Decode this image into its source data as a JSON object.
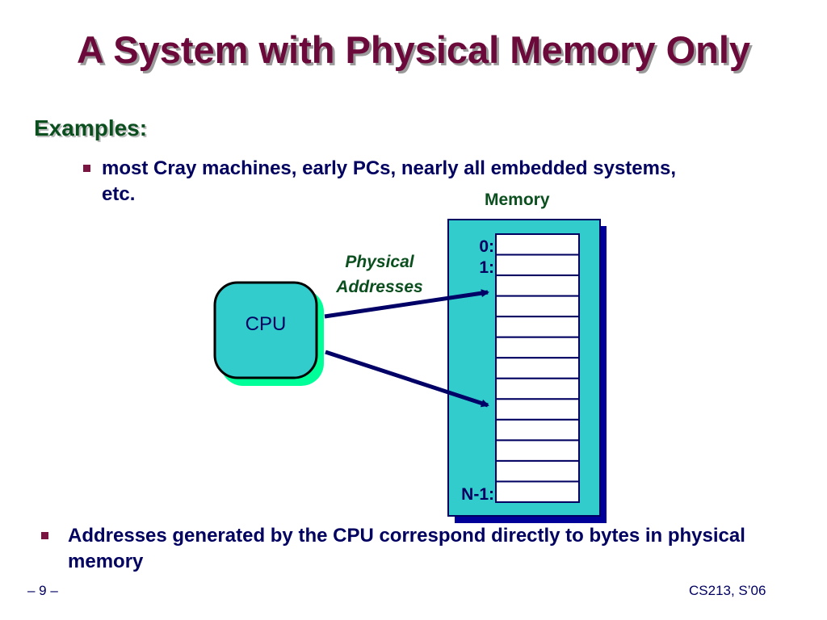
{
  "slide": {
    "title": "A System with Physical Memory Only",
    "heading": "Examples:",
    "bullet_1": "most Cray machines, early PCs, nearly all embedded systems, etc.",
    "bullet_2": "Addresses generated by the CPU correspond directly to bytes in physical memory",
    "footer_left": "– 9 –",
    "footer_right": "CS213, S’06"
  },
  "diagram": {
    "memory_label": "Memory",
    "physical_label_line1": "Physical",
    "physical_label_line2": "Addresses",
    "cpu_label": "CPU",
    "address_first": "0:",
    "address_second": "1:",
    "address_last": "N-1:",
    "memory_cells": 13
  },
  "colors": {
    "title": "#6b0a3a",
    "heading": "#0b4f1f",
    "text": "#000060",
    "memory_fill": "#33cccc",
    "memory_shadow": "#000099",
    "cpu_fill": "#33cccc",
    "cpu_shadow": "#00ff99",
    "arrow": "#000066"
  }
}
